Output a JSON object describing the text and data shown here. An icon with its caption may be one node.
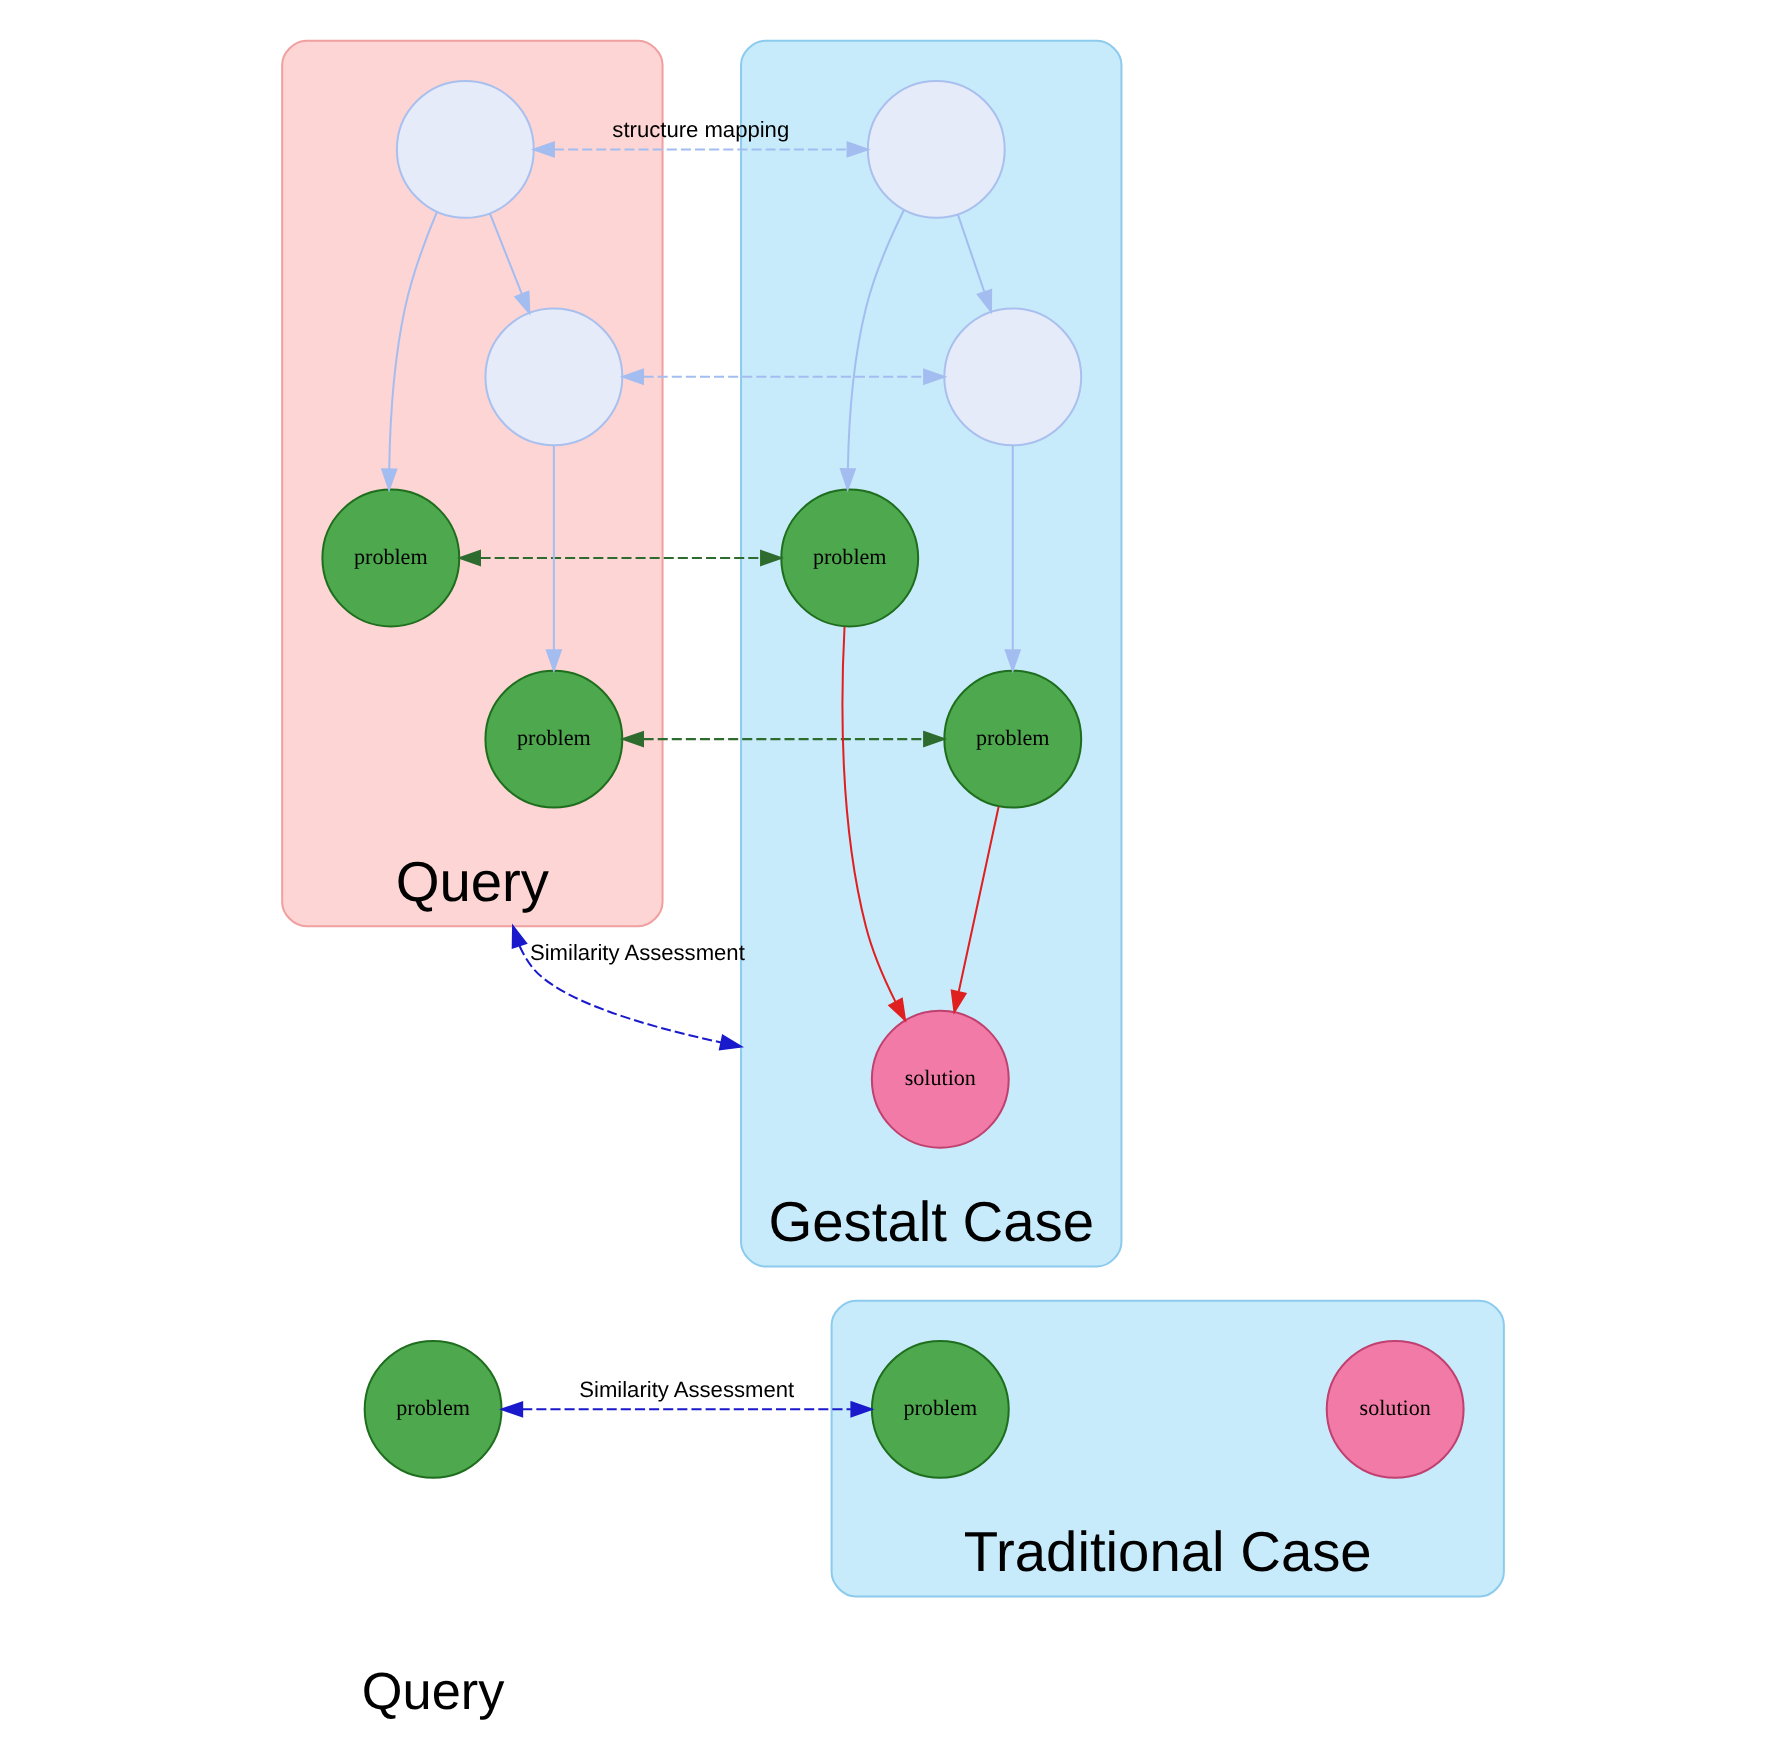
{
  "diagram": {
    "nodes": [
      {
        "text": [
          "Query"
        ]
      },
      {
        "text": [],
        "shape": "circle",
        "in": 0
      },
      {
        "text": [
          "problem"
        ],
        "in": 0
      },
      {
        "text": [],
        "shape": "circle",
        "in": 0
      },
      {
        "text": [
          "problem"
        ],
        "in": 0
      },
      {
        "text": [
          "Gestalt Case"
        ]
      },
      {
        "text": [],
        "shape": "circle",
        "in": 5
      },
      {
        "text": [
          "problem"
        ],
        "in": 5
      },
      {
        "text": [],
        "shape": "circle",
        "in": 5
      },
      {
        "text": [
          "problem"
        ],
        "in": 5
      },
      {
        "text": [
          "solution"
        ],
        "in": 5
      },
      {
        "text": [
          "problem"
        ],
        "beside": [
          "Query"
        ]
      },
      {
        "text": [
          "Traditional Case"
        ]
      },
      {
        "text": [
          "problem"
        ],
        "in": 12
      },
      {
        "text": [
          "solution"
        ],
        "in": 12
      }
    ],
    "edges": [
      {
        "from": 0,
        "to": 5,
        "arrow": "both",
        "style": "dashed",
        "color": "#1a1acc",
        "label": "Similarity Assessment"
      },
      {
        "from": 1,
        "to": 2,
        "arrow": "to"
      },
      {
        "from": 1,
        "to": 3,
        "arrow": "to"
      },
      {
        "from": 3,
        "to": 4,
        "arrow": "to"
      },
      {
        "from": 6,
        "to": 7,
        "arrow": "to"
      },
      {
        "from": 6,
        "to": 8,
        "arrow": "to"
      },
      {
        "from": 8,
        "to": 9,
        "arrow": "to"
      },
      {
        "from": 7,
        "to": 10,
        "arrow": "to",
        "color": "#e02020"
      },
      {
        "from": 9,
        "to": 10,
        "arrow": "to",
        "color": "#e02020"
      },
      {
        "from": 1,
        "to": 6,
        "arrow": "both",
        "style": "dashed",
        "label": "structure mapping"
      },
      {
        "from": 3,
        "to": 8,
        "arrow": "both",
        "style": "dashed"
      },
      {
        "from": 2,
        "to": 7,
        "arrow": "both",
        "style": "dashed",
        "color": "#2e6b2e"
      },
      {
        "from": 4,
        "to": 9,
        "arrow": "both",
        "style": "dashed",
        "color": "#2e6b2e"
      },
      {
        "from": 11,
        "to": 13,
        "arrow": "both",
        "style": "dashed",
        "color": "#1a1acc",
        "label": "Similarity Assessment"
      }
    ]
  }
}
